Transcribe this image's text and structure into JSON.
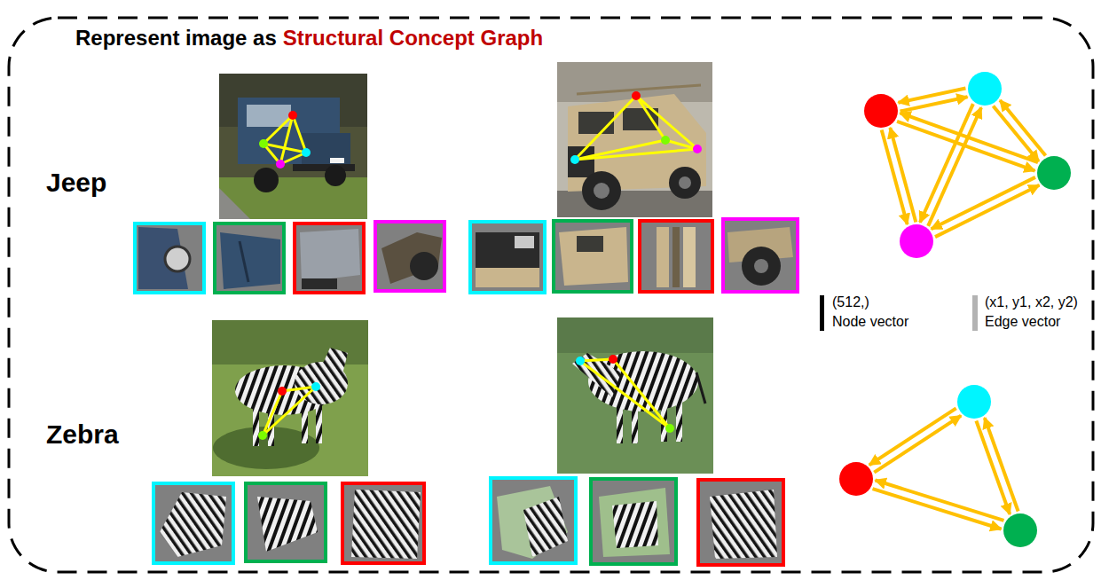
{
  "diagram": {
    "title": "Represent image as",
    "labels": [
      "Structural Concept Graph",
      "Jeep",
      "(512,)",
      "(x1, y1, x2, y2)",
      "Node vector",
      "Edge vector",
      "Zebra"
    ]
  }
}
